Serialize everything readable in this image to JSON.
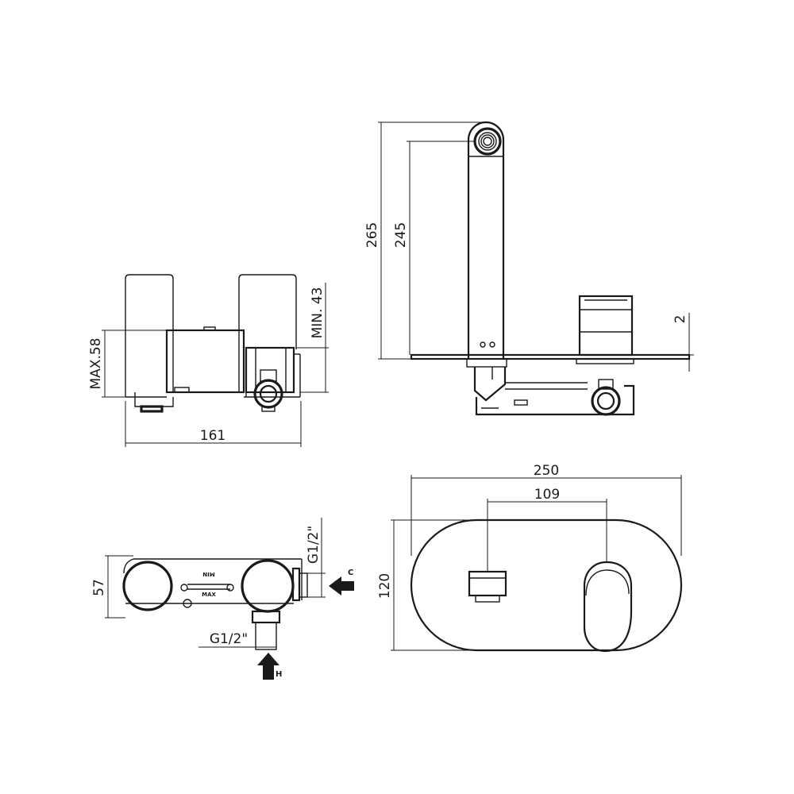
{
  "dimensions": {
    "side_width": "161",
    "side_max_height": "MAX.58",
    "side_min_depth": "MIN. 43",
    "front_total_height": "265",
    "front_spout_height": "245",
    "front_plate_thickness": "2",
    "plate_width": "250",
    "plate_centers": "109",
    "plate_height": "120",
    "top_depth": "57",
    "inlet_cold_thread": "G1/2\"",
    "inlet_hot_thread": "G1/2\""
  },
  "labels": {
    "cold_arrow": "C",
    "hot_arrow": "H",
    "min_mark": "MIN",
    "max_mark": "MAX"
  },
  "colors": {
    "stroke": "#1a1a1a",
    "background": "#ffffff"
  }
}
